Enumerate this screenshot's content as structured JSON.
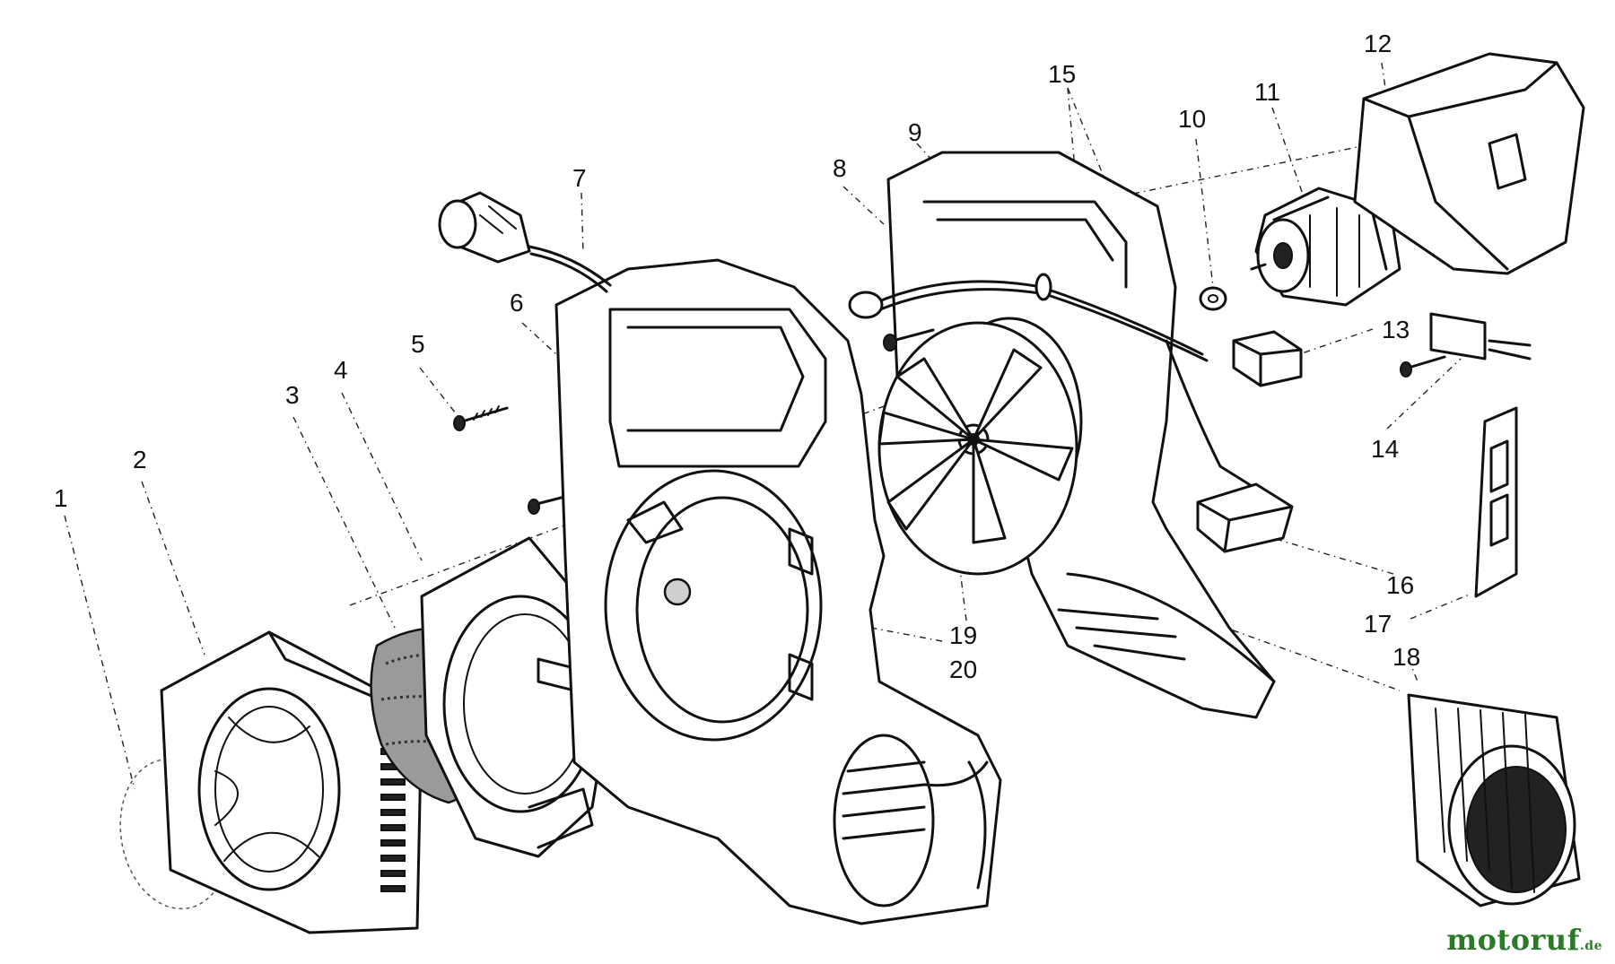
{
  "labels": {
    "p1": "1",
    "p2": "2",
    "p3": "3",
    "p4": "4",
    "p5": "5",
    "p6": "6",
    "p7": "7",
    "p8": "8",
    "p9": "9",
    "p10": "10",
    "p11": "11",
    "p12": "12",
    "p13": "13",
    "p14": "14",
    "p15": "15",
    "p16": "16",
    "p17": "17",
    "p18": "18",
    "p19": "19",
    "p20": "20"
  },
  "watermark": {
    "name": "motoruf",
    "tld": ".de",
    "color": "#2a7a2a"
  }
}
